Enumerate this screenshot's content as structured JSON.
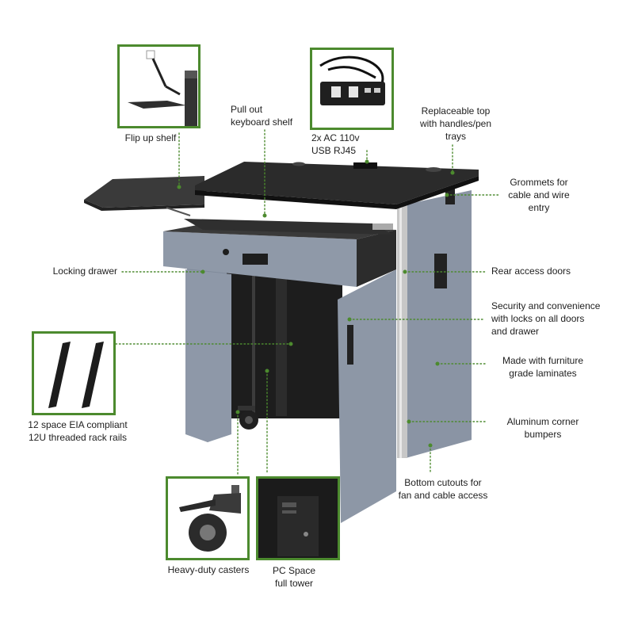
{
  "colors": {
    "accent": "#4c8a2e",
    "cabinet": "#8d97a6",
    "top": "#2b2b2b",
    "trim": "#b9b9b9"
  },
  "callouts": {
    "flip_up_shelf": "Flip up shelf",
    "keyboard_shelf": "Pull out\nkeyboard shelf",
    "power": "2x AC 110v\nUSB RJ45",
    "replaceable_top": "Replaceable top\nwith handles/pen\ntrays",
    "grommets": "Grommets for\ncable and wire\nentry",
    "locking_drawer": "Locking drawer",
    "rear_doors": "Rear access doors",
    "security": "Security and convenience\nwith locks on all doors\nand drawer",
    "laminates": "Made with furniture\ngrade laminates",
    "rack_rails": "12 space EIA compliant\n12U threaded rack rails",
    "bumpers": "Aluminum corner\nbumpers",
    "cutouts": "Bottom cutouts for\nfan and cable access",
    "casters": "Heavy-duty casters",
    "pc_space": "PC Space\nfull tower"
  }
}
